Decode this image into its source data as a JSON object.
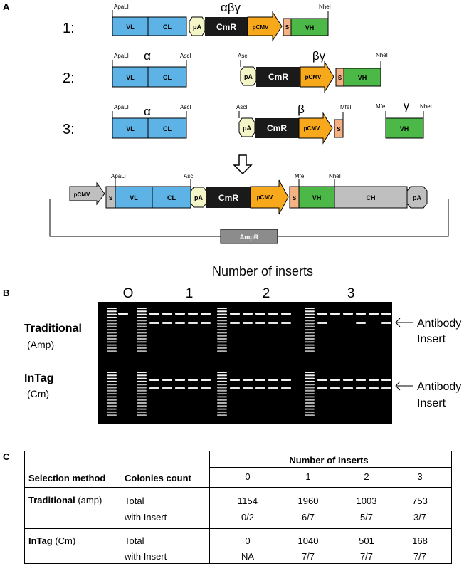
{
  "panels": {
    "a": "A",
    "b": "B",
    "c": "C"
  },
  "panel_a": {
    "rows": [
      {
        "num": "1:",
        "greek": "αβγ"
      },
      {
        "num": "2:",
        "greek_a": "α",
        "greek_b": "βγ"
      },
      {
        "num": "3:",
        "greek_a": "α",
        "greek_b": "β",
        "greek_c": "γ"
      }
    ],
    "labels": {
      "apali": "ApaLI",
      "ascl": "AscI",
      "nhel": "NheI",
      "mfel": "MfeI",
      "vl": "VL",
      "cl": "CL",
      "pa": "pA",
      "cmr": "CmR",
      "pcmv": "pCMV",
      "s": "S",
      "vh": "VH",
      "ch": "CH",
      "ampr": "AmpR"
    },
    "colors": {
      "blue": "#5db3e6",
      "green": "#4cb848",
      "orange": "#f7a81b",
      "pa_fill": "#f5f6c8",
      "s_fill": "#f4b183",
      "grey": "#bfbfbf",
      "dark": "#1a1a1a"
    }
  },
  "panel_b": {
    "title": "Number of inserts",
    "groups": [
      "O",
      "1",
      "2",
      "3"
    ],
    "row_labels": [
      {
        "main": "Traditional",
        "sub": "(Amp)"
      },
      {
        "main": "InTag",
        "sub": "(Cm)"
      }
    ],
    "annotation_l1": "Antibody",
    "annotation_l2": "Insert"
  },
  "panel_c": {
    "header_group": "Number of Inserts",
    "col_method": "Selection method",
    "col_count": "Colonies  count",
    "insert_cols": [
      "0",
      "1",
      "2",
      "3"
    ],
    "rows": [
      {
        "method_bold": "Traditional",
        "method_rest": " (amp)",
        "total_label": "Total",
        "with_label": "with Insert",
        "total": [
          "1154",
          "1960",
          "1003",
          "753"
        ],
        "with": [
          "0/2",
          "6/7",
          "5/7",
          "3/7"
        ]
      },
      {
        "method_bold": "InTag",
        "method_rest": " (Cm)",
        "total_label": "Total",
        "with_label": "with Insert",
        "total": [
          "0",
          "1040",
          "501",
          "168"
        ],
        "with": [
          "NA",
          "7/7",
          "7/7",
          "7/7"
        ]
      }
    ]
  }
}
